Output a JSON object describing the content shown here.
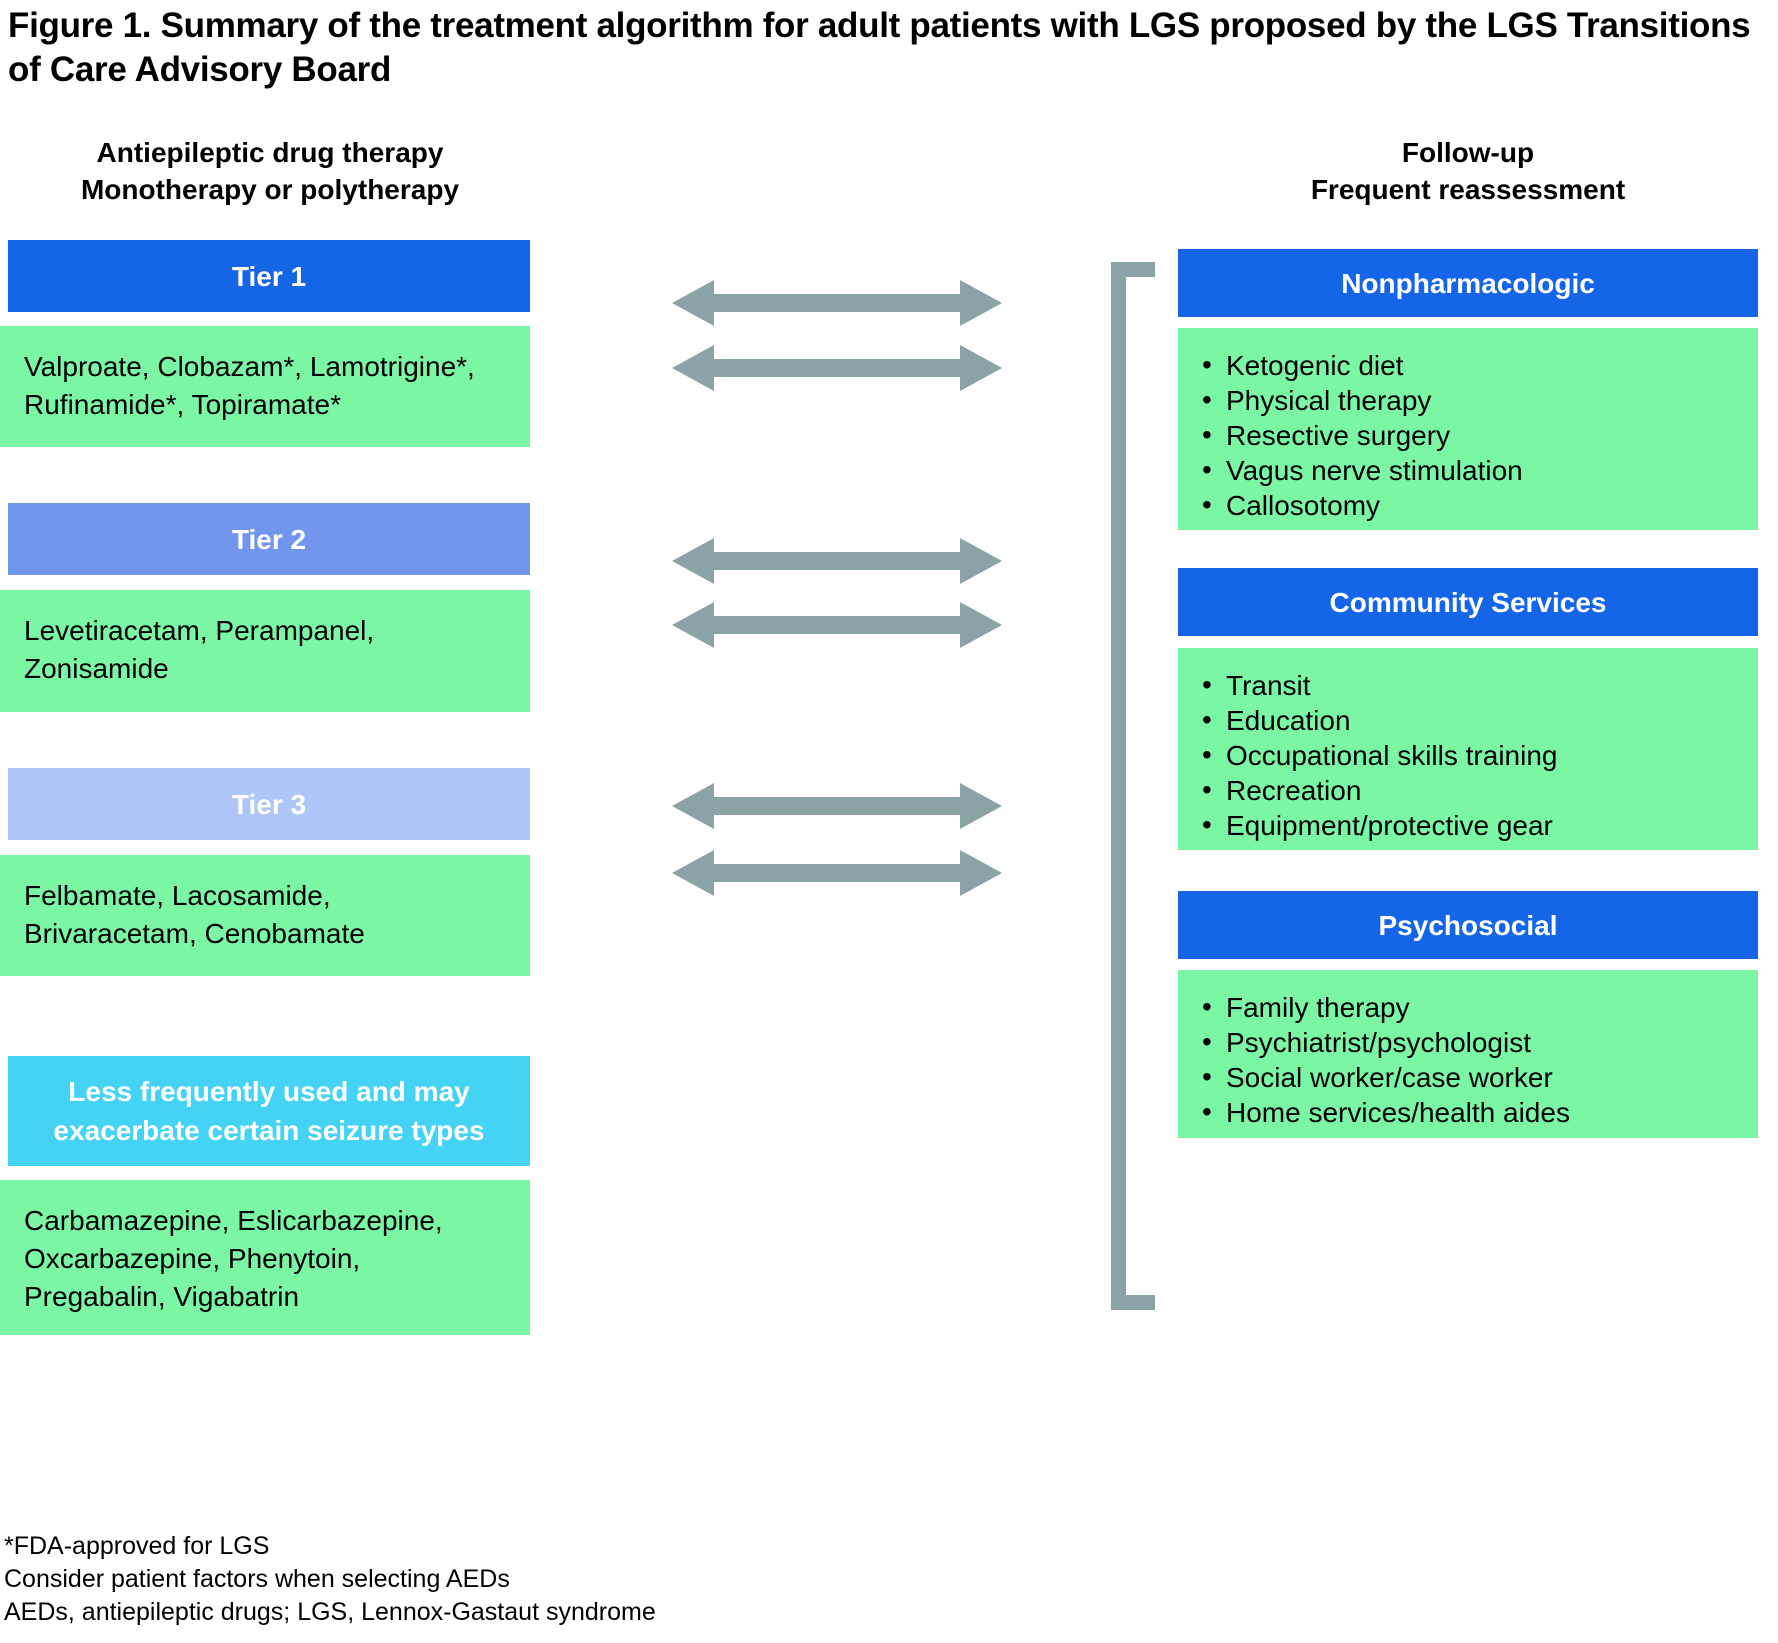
{
  "figure": {
    "title": "Figure 1. Summary of the treatment algorithm for adult patients with LGS proposed by the LGS Transitions of Care Advisory Board"
  },
  "colors": {
    "tier1_blue": "#1565e8",
    "tier2_blue": "#7296ee",
    "tier3_blue": "#aec6f7",
    "cyan": "#44d2f5",
    "green": "#7bf6a4",
    "arrow_gray": "#8ca3a6",
    "header_text": "#ffffff",
    "body_text": "#000000"
  },
  "columns": {
    "left": {
      "header_line1": "Antiepileptic drug therapy",
      "header_line2": "Monotherapy or polytherapy"
    },
    "right": {
      "header_line1": "Follow-up",
      "header_line2": "Frequent reassessment"
    }
  },
  "left_boxes": [
    {
      "title": "Tier 1",
      "body": "Valproate, Clobazam*, Lamotrigine*, Rufinamide*, Topiramate*"
    },
    {
      "title": "Tier 2",
      "body": "Levetiracetam, Perampanel, Zonisamide"
    },
    {
      "title": "Tier 3",
      "body": "Felbamate, Lacosamide, Brivaracetam, Cenobamate"
    },
    {
      "title_line1": "Less frequently used and may",
      "title_line2": "exacerbate certain seizure types",
      "body": "Carbamazepine, Eslicarbazepine, Oxcarbazepine, Phenytoin, Pregabalin, Vigabatrin"
    }
  ],
  "right_boxes": [
    {
      "title": "Nonpharmacologic",
      "items": [
        "Ketogenic diet",
        "Physical therapy",
        "Resective surgery",
        "Vagus nerve stimulation",
        "Callosotomy"
      ]
    },
    {
      "title": "Community Services",
      "items": [
        "Transit",
        "Education",
        "Occupational skills training",
        "Recreation",
        "Equipment/protective gear"
      ]
    },
    {
      "title": "Psychosocial",
      "items": [
        "Family therapy",
        "Psychiatrist/psychologist",
        "Social worker/case worker",
        "Home services/health aides"
      ]
    }
  ],
  "connectors": {
    "arrow_count": 6,
    "arrow_type": "double-headed-horizontal",
    "bracket_type": "left-square-bracket"
  },
  "footnotes": [
    "*FDA-approved for LGS",
    "Consider patient factors when selecting AEDs",
    "AEDs, antiepileptic drugs; LGS, Lennox-Gastaut syndrome"
  ]
}
